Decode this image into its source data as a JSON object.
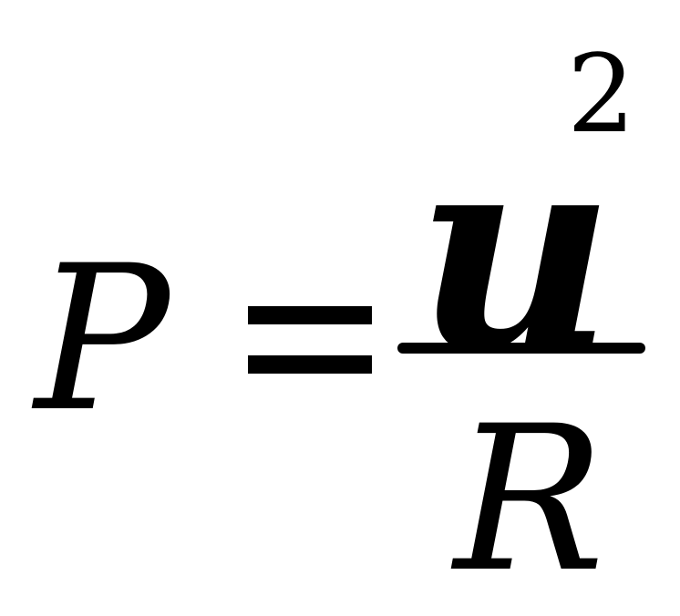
{
  "formula": {
    "lhs": "P",
    "equals": "=",
    "numerator_base": "u",
    "numerator_exponent": "2",
    "denominator": "R"
  }
}
